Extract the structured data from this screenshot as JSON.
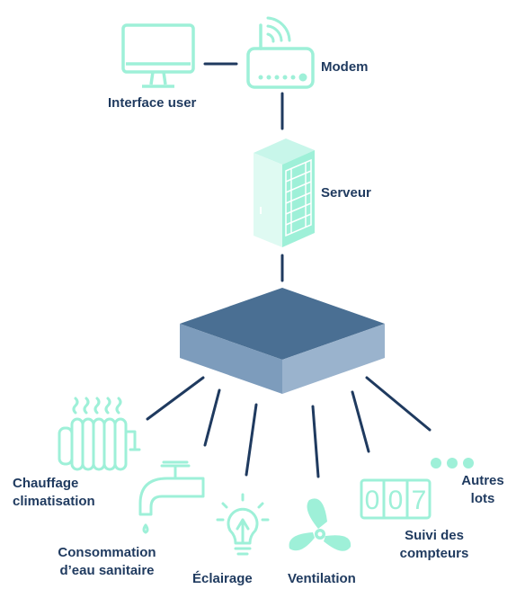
{
  "colors": {
    "accent": "#9ef0d8",
    "line": "#1f3a5f",
    "text": "#1f3a5f",
    "hub_top": "#4a6f93",
    "hub_side": "#7d9cbc"
  },
  "nodes": {
    "interface_user": {
      "label": "Interface user",
      "icon": "monitor-icon"
    },
    "modem": {
      "label": "Modem",
      "icon": "router-icon"
    },
    "serveur": {
      "label": "Serveur",
      "icon": "server-rack-icon"
    },
    "hub": {
      "icon": "network-hub-box"
    }
  },
  "devices": {
    "chauffage": {
      "line1": "Chauffage",
      "line2": "climatisation",
      "icon": "radiator-icon"
    },
    "consommation": {
      "line1": "Consommation",
      "line2": "d’eau sanitaire",
      "icon": "water-tap-icon"
    },
    "eclairage": {
      "label": "Éclairage",
      "icon": "light-bulb-icon"
    },
    "ventilation": {
      "label": "Ventilation",
      "icon": "fan-icon"
    },
    "compteurs": {
      "line1": "Suivi des",
      "line2": "compteurs",
      "icon": "meter-counter-icon",
      "digits": [
        "0",
        "0",
        "7"
      ]
    },
    "autres": {
      "line1": "Autres",
      "line2": "lots",
      "icon": "more-dots-icon"
    }
  }
}
